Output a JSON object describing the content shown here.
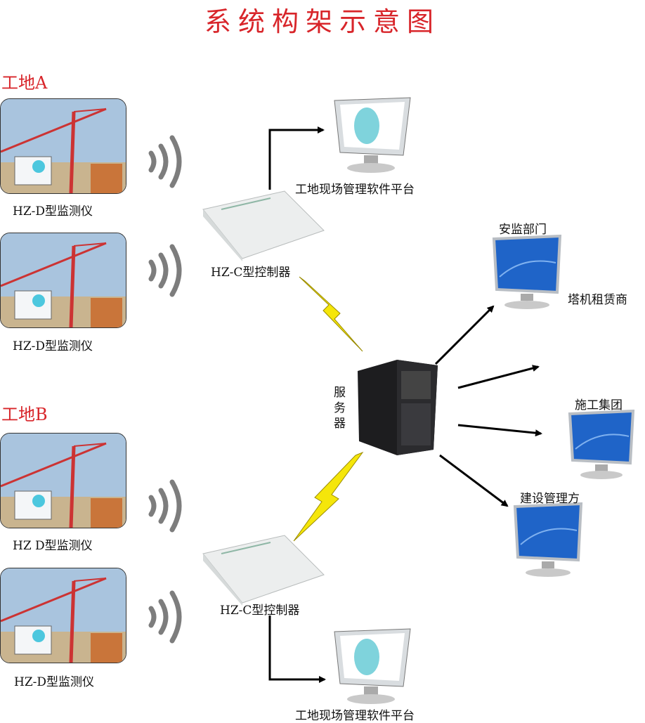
{
  "title": "系统构架示意图",
  "site_a": {
    "title": "工地A",
    "devices": [
      "HZ-D型监测仪",
      "HZ-D型监测仪"
    ]
  },
  "site_b": {
    "title": "工地B",
    "devices": [
      "HZ D型监测仪",
      "HZ-D型监测仪"
    ]
  },
  "controllers": [
    "HZ-C型控制器",
    "HZ-C型控制器"
  ],
  "platforms": [
    "工地现场管理软件平台",
    "工地现场管理软件平台"
  ],
  "server": "服\n务\n器",
  "destinations": [
    "安监部门",
    "塔机租赁商",
    "施工集团",
    "建设管理方"
  ],
  "colors": {
    "title": "#d8252a",
    "lightning": "#f5e60a",
    "screen": "#1f64c8"
  }
}
